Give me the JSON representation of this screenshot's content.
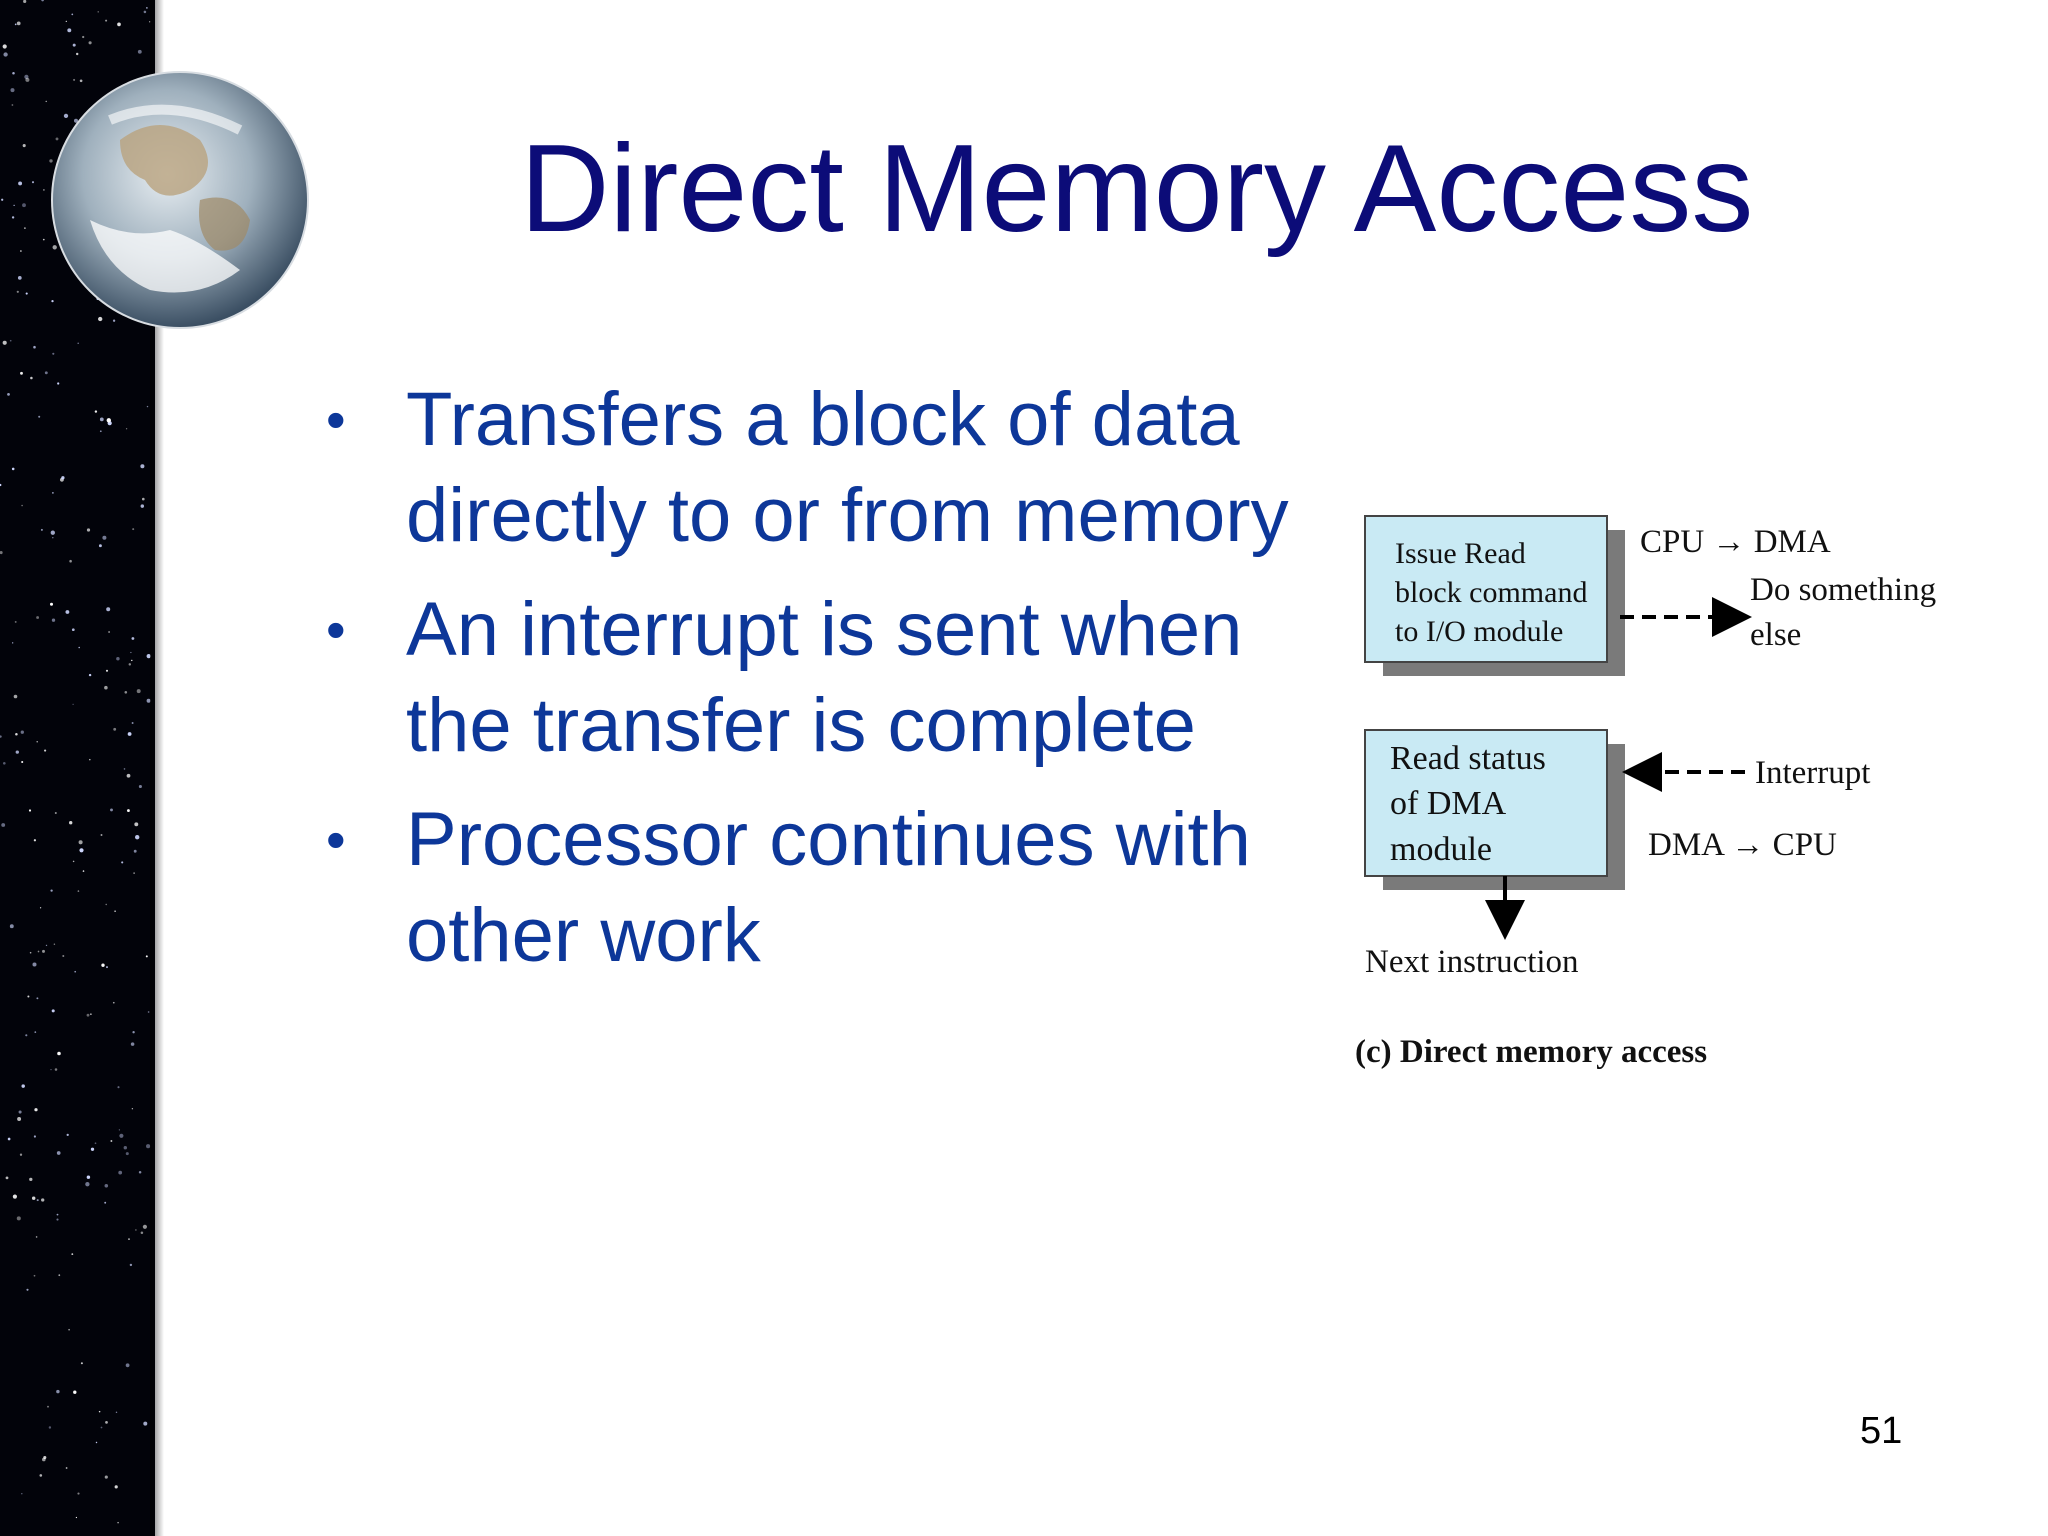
{
  "slide": {
    "title": "Direct Memory Access",
    "page_number": "51",
    "decorations": [
      "starfield-strip",
      "earth-globe"
    ]
  },
  "bullets": [
    "Transfers a block of data directly to or from memory",
    "An interrupt is sent when the transfer is complete",
    "Processor continues with other work"
  ],
  "diagram": {
    "box1_lines": [
      "Issue Read",
      "block command",
      "to I/O module"
    ],
    "box2_lines": [
      "Read status",
      "of DMA",
      "module"
    ],
    "label_cpu_dma": "CPU → DMA",
    "label_do_something": [
      "Do something",
      "else"
    ],
    "label_interrupt": "Interrupt",
    "label_dma_cpu": "DMA → CPU",
    "label_next": "Next instruction",
    "caption": "(c) Direct memory access",
    "colors": {
      "box_fill": "#c9eaf4",
      "box_shadow": "#7a7a7a"
    }
  },
  "colors": {
    "title": "#0c0c78",
    "bullet_text": "#0d3799",
    "strip": "#02030a"
  }
}
